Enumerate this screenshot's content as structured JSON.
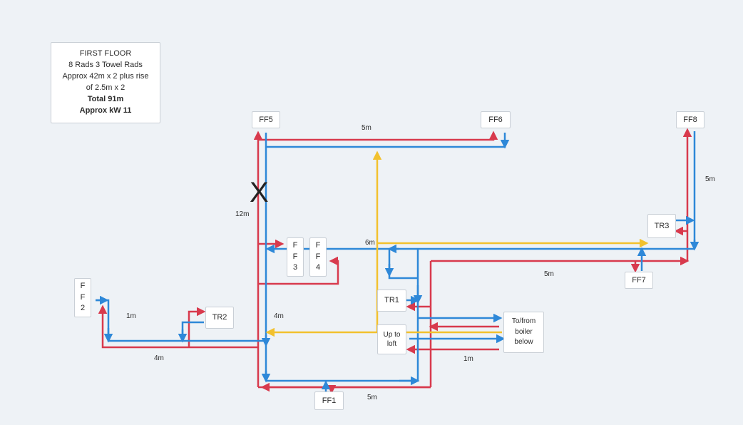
{
  "info": {
    "line1": "FIRST FLOOR",
    "line2": "8 Rads 3 Towel Rads",
    "line3": "Approx 42m x 2 plus rise",
    "line4": "of 2.5m x 2",
    "total": "Total 91m",
    "kw": "Approx kW 11"
  },
  "nodes": {
    "ff5": "FF5",
    "ff6": "FF6",
    "ff8": "FF8",
    "ff3": [
      "F",
      "F",
      "3"
    ],
    "ff4": [
      "F",
      "F",
      "4"
    ],
    "ff2": [
      "F",
      "F",
      "2"
    ],
    "tr3": "TR3",
    "ff7": "FF7",
    "tr1": "TR1",
    "tr2": "TR2",
    "loft": [
      "Up to",
      "loft"
    ],
    "boiler": [
      "To/from",
      "boiler",
      "below"
    ],
    "ff1": "FF1"
  },
  "labels": {
    "l5m_top": "5m",
    "l5m_right": "5m",
    "l12m": "12m",
    "l6m": "6m",
    "l5m_mid": "5m",
    "l1m_left": "1m",
    "l4m_mid": "4m",
    "l4m_bottom": "4m",
    "l1m_right": "1m",
    "l5m_bottom": "5m"
  },
  "cross_mark": "X",
  "colors": {
    "flow": "#d83a4d",
    "return": "#2e88d8",
    "loft": "#f2c12e"
  }
}
